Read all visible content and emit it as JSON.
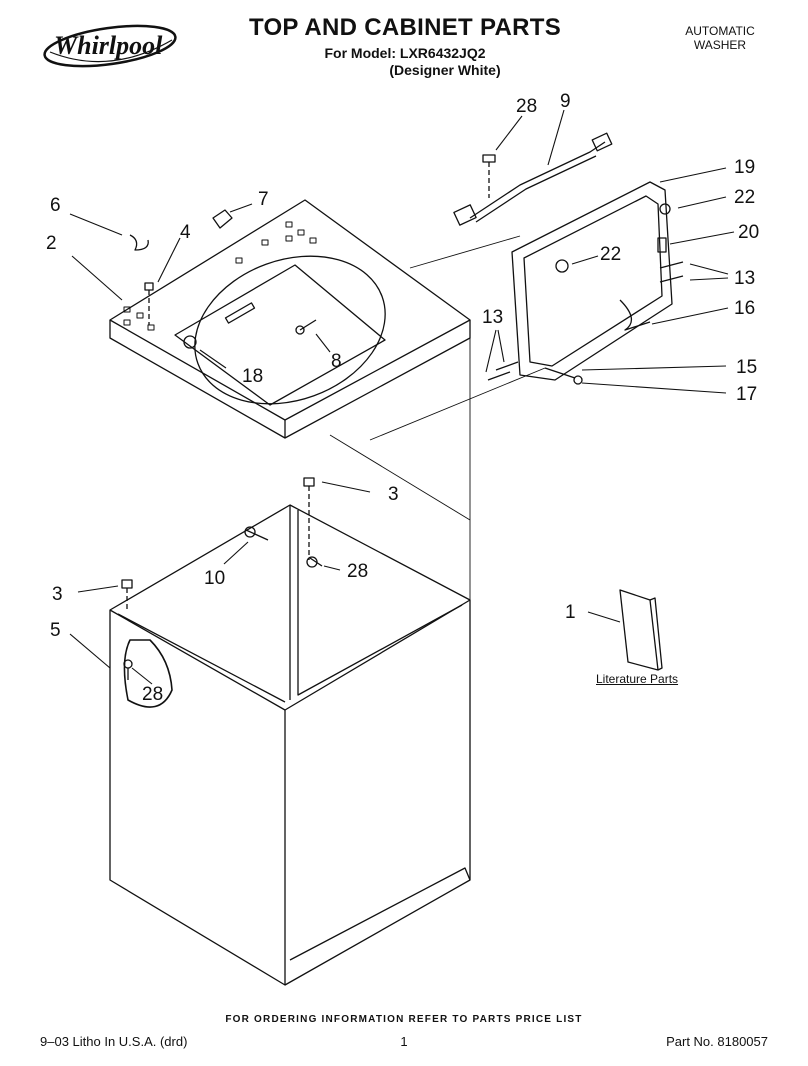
{
  "header": {
    "brand": "Whirlpool",
    "title": "TOP AND CABINET PARTS",
    "model_line": "For Model: LXR6432JQ2",
    "variant": "(Designer White)",
    "product_type_1": "AUTOMATIC",
    "product_type_2": "WASHER"
  },
  "callouts": {
    "c1": "1",
    "c2": "2",
    "c3a": "3",
    "c3b": "3",
    "c4": "4",
    "c5": "5",
    "c6": "6",
    "c7": "7",
    "c8": "8",
    "c9": "9",
    "c10": "10",
    "c13a": "13",
    "c13b": "13",
    "c15": "15",
    "c16": "16",
    "c17": "17",
    "c18": "18",
    "c19": "19",
    "c20": "20",
    "c22a": "22",
    "c22b": "22",
    "c28a": "28",
    "c28b": "28",
    "c28c": "28"
  },
  "literature_label": "Literature Parts",
  "footer": {
    "ordering_note": "FOR ORDERING INFORMATION REFER TO PARTS PRICE LIST",
    "litho": "9–03 Litho In U.S.A. (drd)",
    "page": "1",
    "part_no": "Part No. 8180057"
  }
}
